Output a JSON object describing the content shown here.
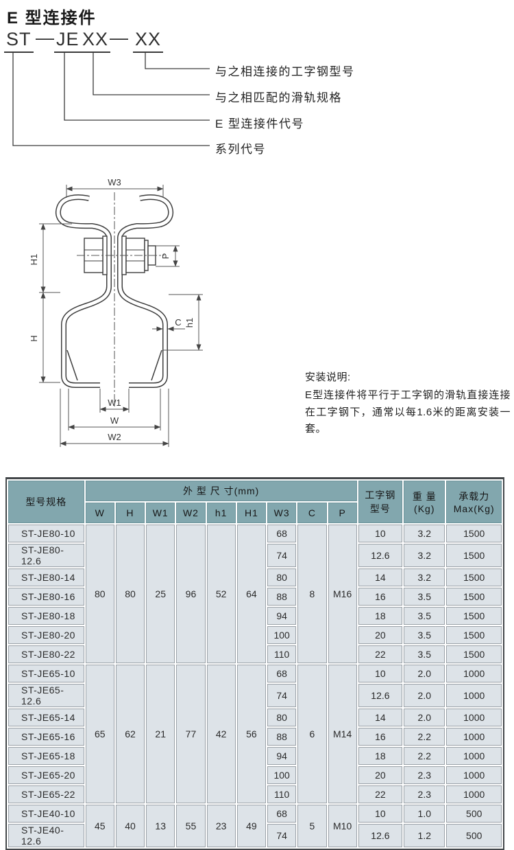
{
  "page": {
    "title": "E 型连接件"
  },
  "model_code": {
    "series": "ST",
    "dash1": "—",
    "type": "JE",
    "x1": "XX",
    "dash2": "—",
    "x2": "XX"
  },
  "callouts": {
    "beam": "与之相连接的工字钢型号",
    "rail": "与之相匹配的滑轨规格",
    "connector": "E 型连接件代号",
    "series": "系列代号"
  },
  "drawing": {
    "dims": {
      "w3": "W3",
      "h1_upper": "H1",
      "p": "P",
      "h": "H",
      "c": "C",
      "h1_lower": "h1",
      "w1": "W1",
      "w": "W",
      "w2": "W2"
    }
  },
  "notes": {
    "heading": "安装说明:",
    "body": "E型连接件将平行于工字钢的滑轨直接连接在工字钢下，通常以每1.6米的距离安装一套。"
  },
  "table": {
    "header": {
      "model": "型号规格",
      "dims_group": "外 型 尺 寸(mm)",
      "dim_cols": [
        "W",
        "H",
        "W1",
        "W2",
        "h1",
        "H1",
        "W3",
        "C",
        "P"
      ],
      "beam1": "工字钢",
      "beam2": "型号",
      "weight1": "重 量",
      "weight2": "(Kg)",
      "load1": "承载力",
      "load2": "Max(Kg)"
    },
    "groups": [
      {
        "shared": {
          "W": "80",
          "H": "80",
          "W1": "25",
          "W2": "96",
          "h1": "52",
          "H1": "64",
          "C": "8",
          "P": "M16"
        },
        "rows": [
          {
            "model": "ST-JE80-10",
            "W3": "68",
            "beam": "10",
            "weight": "3.2",
            "load": "1500"
          },
          {
            "model": "ST-JE80-12.6",
            "W3": "74",
            "beam": "12.6",
            "weight": "3.2",
            "load": "1500"
          },
          {
            "model": "ST-JE80-14",
            "W3": "80",
            "beam": "14",
            "weight": "3.2",
            "load": "1500"
          },
          {
            "model": "ST-JE80-16",
            "W3": "88",
            "beam": "16",
            "weight": "3.5",
            "load": "1500"
          },
          {
            "model": "ST-JE80-18",
            "W3": "94",
            "beam": "18",
            "weight": "3.5",
            "load": "1500"
          },
          {
            "model": "ST-JE80-20",
            "W3": "100",
            "beam": "20",
            "weight": "3.5",
            "load": "1500"
          },
          {
            "model": "ST-JE80-22",
            "W3": "110",
            "beam": "22",
            "weight": "3.5",
            "load": "1500"
          }
        ]
      },
      {
        "shared": {
          "W": "65",
          "H": "62",
          "W1": "21",
          "W2": "77",
          "h1": "42",
          "H1": "56",
          "C": "6",
          "P": "M14"
        },
        "rows": [
          {
            "model": "ST-JE65-10",
            "W3": "68",
            "beam": "10",
            "weight": "2.0",
            "load": "1000"
          },
          {
            "model": "ST-JE65-12.6",
            "W3": "74",
            "beam": "12.6",
            "weight": "2.0",
            "load": "1000"
          },
          {
            "model": "ST-JE65-14",
            "W3": "80",
            "beam": "14",
            "weight": "2.0",
            "load": "1000"
          },
          {
            "model": "ST-JE65-16",
            "W3": "88",
            "beam": "16",
            "weight": "2.2",
            "load": "1000"
          },
          {
            "model": "ST-JE65-18",
            "W3": "94",
            "beam": "18",
            "weight": "2.2",
            "load": "1000"
          },
          {
            "model": "ST-JE65-20",
            "W3": "100",
            "beam": "20",
            "weight": "2.3",
            "load": "1000"
          },
          {
            "model": "ST-JE65-22",
            "W3": "110",
            "beam": "22",
            "weight": "2.3",
            "load": "1000"
          }
        ]
      },
      {
        "shared": {
          "W": "45",
          "H": "40",
          "W1": "13",
          "W2": "55",
          "h1": "23",
          "H1": "49",
          "C": "5",
          "P": "M10"
        },
        "rows": [
          {
            "model": "ST-JE40-10",
            "W3": "68",
            "beam": "10",
            "weight": "1.0",
            "load": "500"
          },
          {
            "model": "ST-JE40-12.6",
            "W3": "74",
            "beam": "12.6",
            "weight": "1.2",
            "load": "500"
          }
        ]
      }
    ]
  },
  "colors": {
    "header_bg": "#82a7ae",
    "row_bg": "#dde3e8",
    "grid_line": "#9aa1a7",
    "outer_border": "#43474a",
    "ink": "#2a2a2a"
  }
}
